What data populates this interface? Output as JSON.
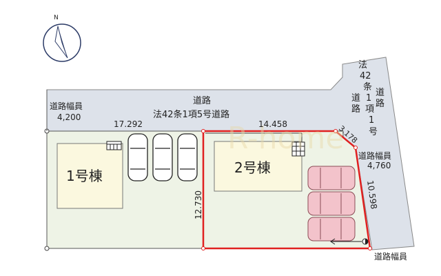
{
  "compass": {
    "label": "N"
  },
  "roads": {
    "top": {
      "line1": "道路",
      "line2": "法42条1項5号道路"
    },
    "top_width": {
      "label": "道路幅員",
      "value": "4,200"
    },
    "right_vertical": {
      "col_a": [
        "法",
        "42",
        "条",
        "1",
        "項",
        "1",
        "号"
      ],
      "col_b": [
        "道",
        "路"
      ],
      "col_c": [
        "道",
        "路"
      ]
    },
    "right_width": {
      "label": "道路幅員",
      "value": "4,760"
    },
    "bottom_width": {
      "label": "道路幅員"
    }
  },
  "dimensions": {
    "lot1_top": "17.292",
    "lot2_top": "14.458",
    "corner": "3.178",
    "right": "10.598",
    "left": "12.730"
  },
  "buildings": [
    {
      "label": "1号棟"
    },
    {
      "label": "2号棟"
    }
  ],
  "watermark": "R-home",
  "colors": {
    "lot_border": "#e02020",
    "road": "#dde2ea",
    "land": "#eef3e6",
    "building": "#fbf8df",
    "car": "#f3c3cb"
  }
}
